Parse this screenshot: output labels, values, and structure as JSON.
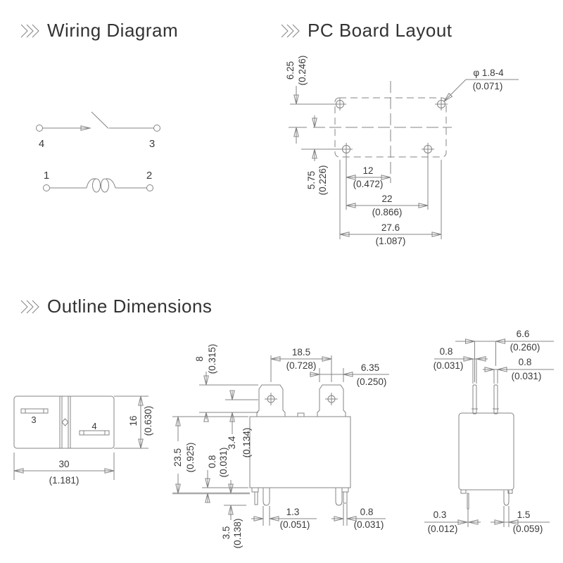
{
  "titles": {
    "wiring": "Wiring Diagram",
    "pcb": "PC Board Layout",
    "outline": "Outline Dimensions"
  },
  "colors": {
    "line": "#848484",
    "text": "#3a3a3a",
    "chevron": "#9b9b9b"
  },
  "wiring": {
    "t1": "1",
    "t2": "2",
    "t3": "3",
    "t4": "4"
  },
  "pcb": {
    "hole_label": "φ 1.8-4",
    "hole_label_in": "(0.071)",
    "dim_v_top": "6.25",
    "dim_v_top_in": "(0.246)",
    "dim_v_bot": "5.75",
    "dim_v_bot_in": "(0.226)",
    "dim_12": "12",
    "dim_12_in": "(0.472)",
    "dim_22": "22",
    "dim_22_in": "(0.866)",
    "dim_276": "27.6",
    "dim_276_in": "(1.087)"
  },
  "bottom": {
    "slot3": "3",
    "slot4": "4",
    "dim_w": "30",
    "dim_w_in": "(1.181)",
    "dim_h": "16",
    "dim_h_in": "(0.630)"
  },
  "front": {
    "dim_pitch": "18.5",
    "dim_pitch_in": "(0.728)",
    "dim_tab_w": "6.35",
    "dim_tab_w_in": "(0.250)",
    "dim_tab_h": "8",
    "dim_tab_h_in": "(0.315)",
    "dim_hole": "3.4",
    "dim_hole_in": "(0.134)",
    "dim_body_h": "23.5",
    "dim_body_h_in": "(0.925)",
    "dim_standoff": "0.8",
    "dim_standoff_in": "(0.031)",
    "dim_pin_len": "3.5",
    "dim_pin_len_in": "(0.138)",
    "dim_pin_w": "1.3",
    "dim_pin_w_in": "(0.051)",
    "dim_pin_w2": "0.8",
    "dim_pin_w2_in": "(0.031)"
  },
  "side": {
    "dim_pitch": "6.6",
    "dim_pitch_in": "(0.260)",
    "dim_t1": "0.8",
    "dim_t1_in": "(0.031)",
    "dim_t2": "0.8",
    "dim_t2_in": "(0.031)",
    "dim_pin_a": "0.3",
    "dim_pin_a_in": "(0.012)",
    "dim_pin_b": "1.5",
    "dim_pin_b_in": "(0.059)"
  }
}
